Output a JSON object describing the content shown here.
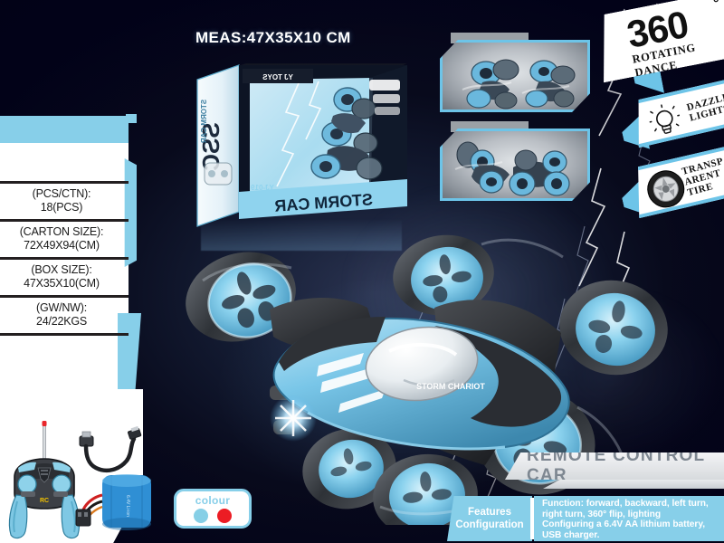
{
  "meta": {
    "accent_blue": "#87cfe9",
    "tile_border_blue": "#6dc4e8",
    "background_dark": "#03031a",
    "swatch_light_blue": "#86cfe6",
    "swatch_red": "#ec1c24"
  },
  "header": {
    "measurement_label": "MEAS:47X35X10 CM"
  },
  "spec_panel": {
    "rows": [
      {
        "key": "(PCS/CTN):",
        "value": "18(PCS)"
      },
      {
        "key": "(CARTON SIZE):",
        "value": "72X49X94(CM)"
      },
      {
        "key": "(BOX SIZE):",
        "value": "47X35X10(CM)"
      },
      {
        "key": "(GW/NW):",
        "value": "24/22KGS"
      }
    ]
  },
  "product_box": {
    "brand_top": "YJ TOYS",
    "series_code": "SSC",
    "title": "STORM CAR",
    "model": "YJ-019",
    "side_title": "STORM CAR"
  },
  "feature_ribbons": {
    "rotating": {
      "number": "360",
      "degree": "°",
      "label": "ROTATING DANCE"
    },
    "lights": {
      "label_line1": "DAZZLING",
      "label_line2": "LIGHTS",
      "icon": "lightbulb-icon"
    },
    "tire": {
      "label_line1": "TRANSP",
      "label_line2": "ARENT",
      "label_line3": "TIRE",
      "icon": "tire-icon"
    }
  },
  "banner": {
    "title": "REMOTE CONTROL CAR"
  },
  "features_bar": {
    "left_line1": "Features",
    "left_line2": "Configuration",
    "text_line1": "Function: forward, backward, left turn,",
    "text_line2": "right turn, 360° flip, lighting",
    "text_line3": "Configuring a 6.4V AA lithium battery,",
    "text_line4": "USB charger."
  },
  "colour_selector": {
    "title": "colour",
    "options": [
      {
        "name": "light-blue",
        "hex": "#86cfe6"
      },
      {
        "name": "red",
        "hex": "#ec1c24"
      }
    ]
  },
  "car": {
    "body_text": "STORM CHARIOT"
  },
  "photo_tiles": [
    {
      "caption": "stunt-car-flip-pair"
    },
    {
      "caption": "stunt-car-side-pair"
    }
  ],
  "accessories": {
    "items": [
      "remote-controller",
      "usb-charging-cable",
      "lithium-battery-pack"
    ],
    "controller_badge": "RC"
  }
}
